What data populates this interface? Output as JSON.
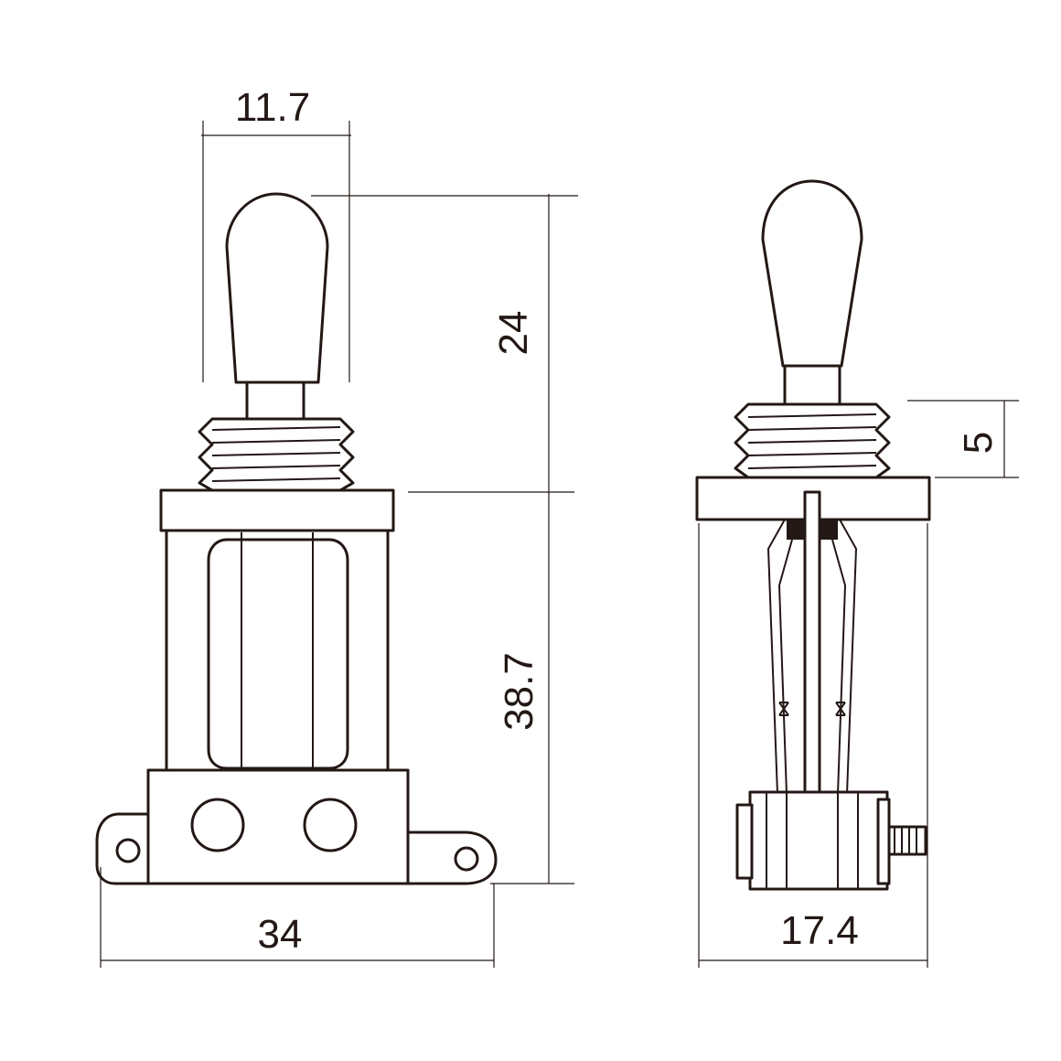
{
  "dimensions": {
    "knob_width": "11.7",
    "lever_height": "24",
    "body_height": "38.7",
    "overall_width": "34",
    "thread_height": "5",
    "side_width": "17.4"
  },
  "colors": {
    "line": "#231815",
    "background": "#ffffff"
  }
}
